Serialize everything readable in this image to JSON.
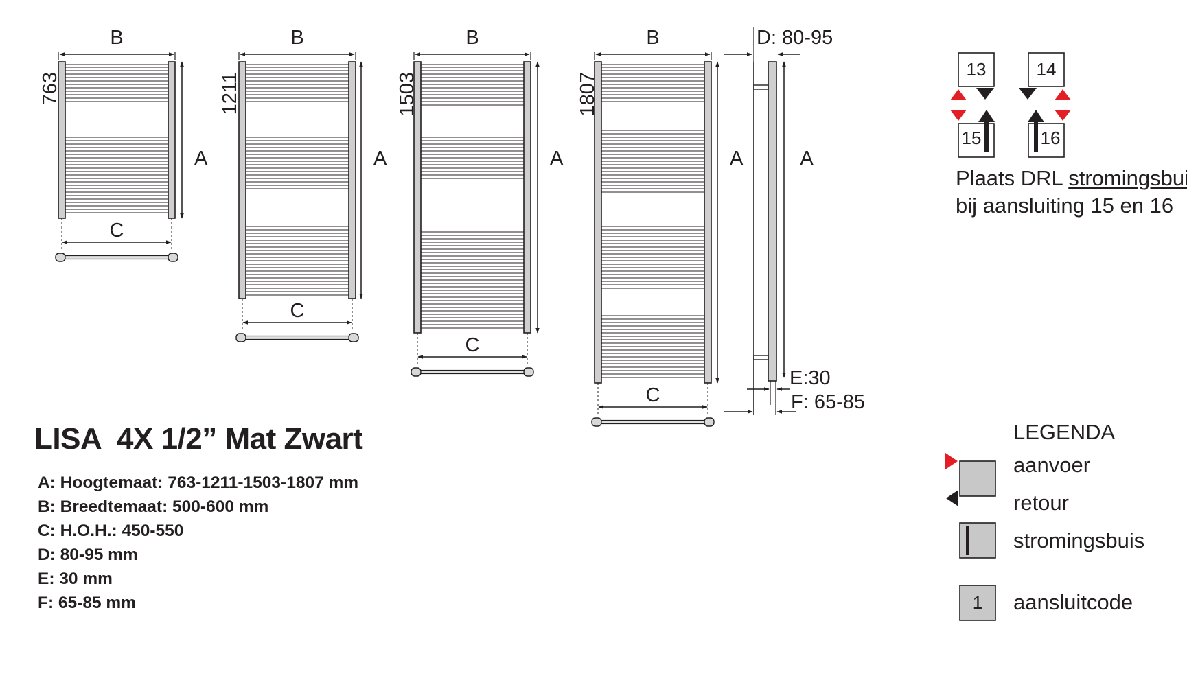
{
  "title": "LISA  4X 1/2” Mat Zwart",
  "specs": [
    "A: Hoogtemaat: 763-1211-1503-1807 mm",
    "B: Breedtemaat: 500-600 mm",
    "C: H.O.H.: 450-550",
    "D: 80-95 mm",
    "E: 30 mm",
    "F: 65-85 mm"
  ],
  "radiators": [
    {
      "height_label": "763",
      "width_label": "B",
      "height_dim_label": "A",
      "spacing_label": "C"
    },
    {
      "height_label": "1211",
      "width_label": "B",
      "height_dim_label": "A",
      "spacing_label": "C"
    },
    {
      "height_label": "1503",
      "width_label": "B",
      "height_dim_label": "A",
      "spacing_label": "C"
    },
    {
      "height_label": "1807",
      "width_label": "B",
      "height_dim_label": "A",
      "spacing_label": "C"
    }
  ],
  "side_view": {
    "depth_label": "D: 80-95",
    "height_dim_label": "A",
    "e_label": "E:30",
    "f_label": "F: 65-85"
  },
  "connections": {
    "codes": [
      "13",
      "14",
      "15",
      "16"
    ],
    "note_line1_prefix": "Plaats DRL ",
    "note_line1_link": "stromingsbuis;",
    "note_line2": "bij aansluiting 15 en 16"
  },
  "legend": {
    "title": "LEGENDA",
    "supply": "aanvoer",
    "return": "retour",
    "flow_pipe": "stromingsbuis",
    "code_sample": "1",
    "connection_code": "aansluitcode"
  },
  "colors": {
    "ink": "#231f20",
    "supply_arrow": "#e31e24",
    "panel_gray": "#c8c8c8"
  }
}
